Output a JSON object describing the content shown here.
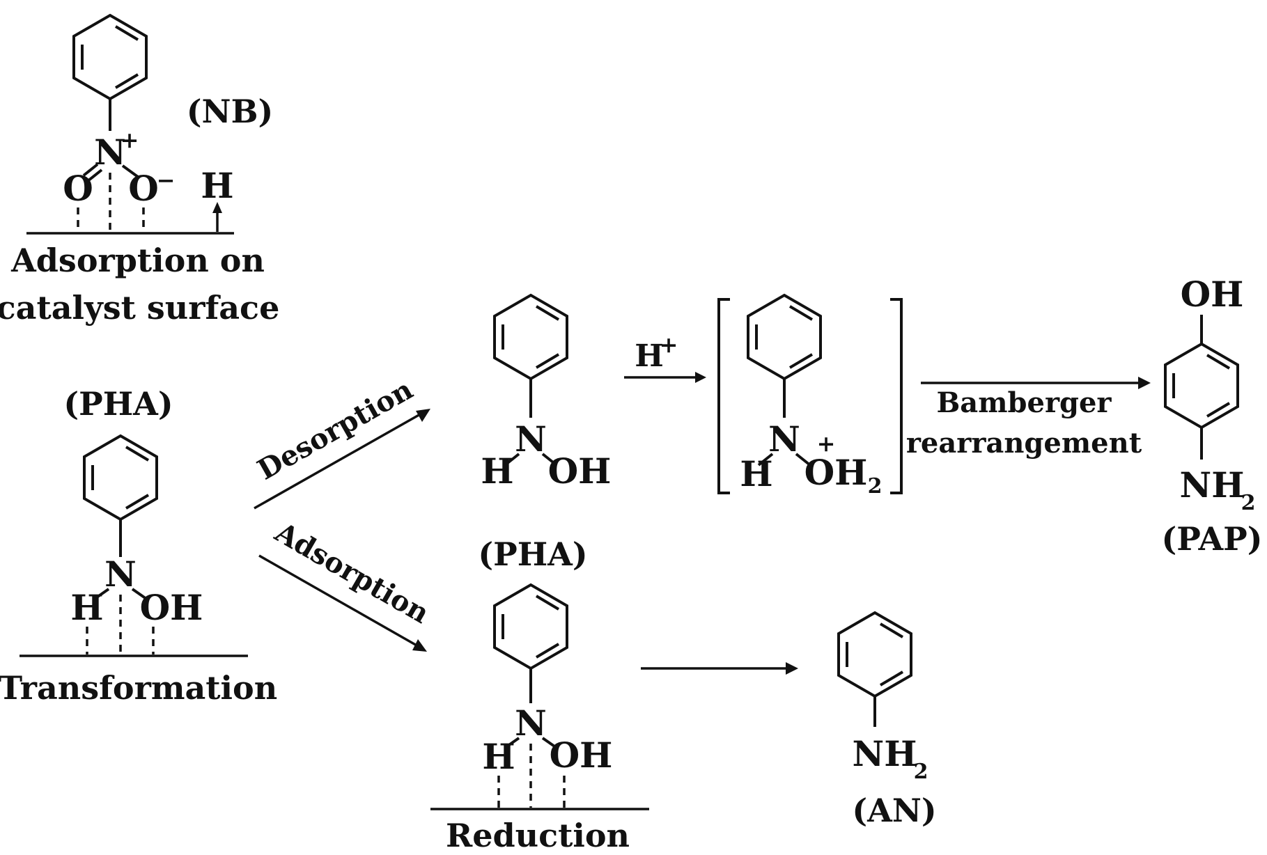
{
  "labels": {
    "nb": "(NB)",
    "pha_left": "(PHA)",
    "pha_lower": "(PHA)",
    "pap": "(PAP)",
    "an": "(AN)",
    "adsorption_caption_1": "Adsorption on",
    "adsorption_caption_2": "catalyst surface",
    "transformation": "Transformation",
    "reduction": "Reduction"
  },
  "atoms": {
    "N": "N",
    "plus": "+",
    "minus": "−",
    "O": "O",
    "H": "H",
    "OH": "OH",
    "NH": "NH",
    "sub2": "2",
    "Hplus_base": "H",
    "Hplus_sup": "+"
  },
  "arrows": {
    "desorption": "Desorption",
    "adsorption": "Adsorption",
    "bamberger_1": "Bamberger",
    "bamberger_2": "rearrangement"
  }
}
